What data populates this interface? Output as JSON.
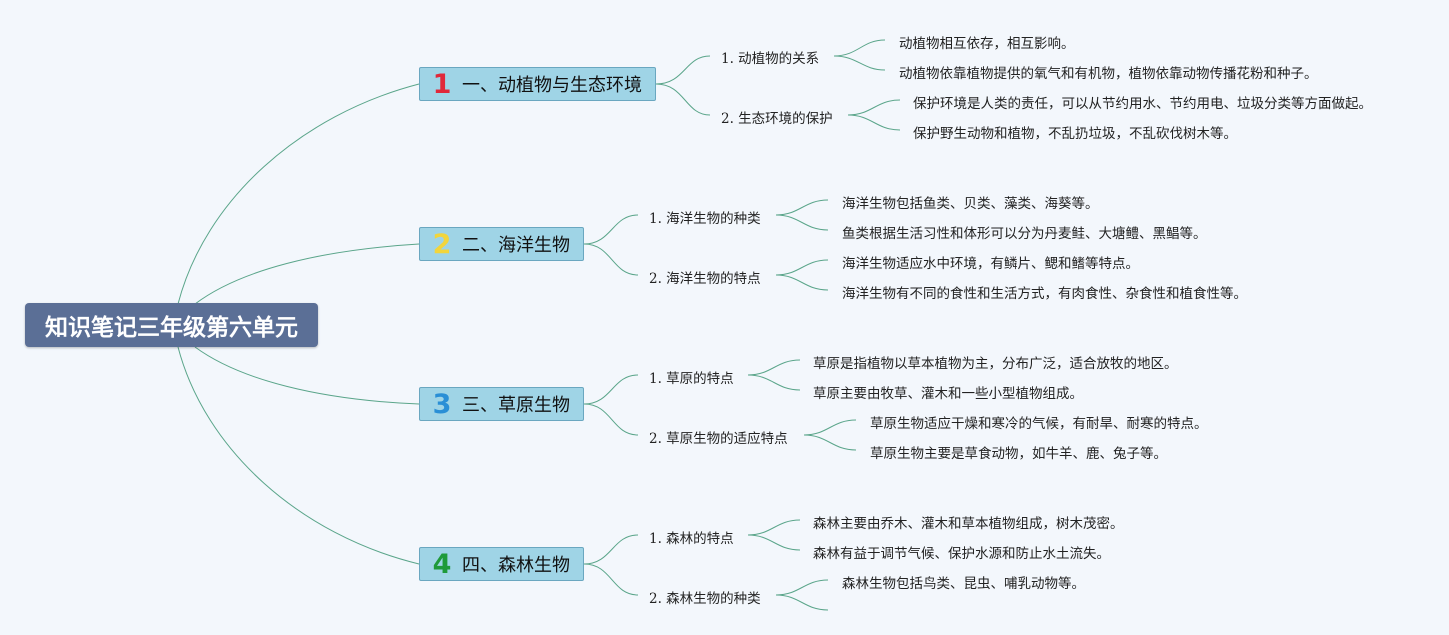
{
  "root": {
    "label": "知识笔记三年级第六单元"
  },
  "branches": [
    {
      "num": "1",
      "num_color": "#e0283a",
      "label": "一、动植物与生态环境",
      "subs": [
        {
          "label": "1. 动植物的关系",
          "leaves": [
            "动植物相互依存，相互影响。",
            "动植物依靠植物提供的氧气和有机物，植物依靠动物传播花粉和种子。"
          ]
        },
        {
          "label": "2. 生态环境的保护",
          "leaves": [
            "保护环境是人类的责任，可以从节约用水、节约用电、垃圾分类等方面做起。",
            "保护野生动物和植物，不乱扔垃圾，不乱砍伐树木等。"
          ]
        }
      ]
    },
    {
      "num": "2",
      "num_color": "#f2d53c",
      "label": "二、海洋生物",
      "subs": [
        {
          "label": "1. 海洋生物的种类",
          "leaves": [
            "海洋生物包括鱼类、贝类、藻类、海葵等。",
            "鱼类根据生活习性和体形可以分为丹麦鲑、大塘鳢、黑鲳等。"
          ]
        },
        {
          "label": "2. 海洋生物的特点",
          "leaves": [
            "海洋生物适应水中环境，有鳞片、鳃和鳍等特点。",
            "海洋生物有不同的食性和生活方式，有肉食性、杂食性和植食性等。"
          ]
        }
      ]
    },
    {
      "num": "3",
      "num_color": "#2a8fd6",
      "label": "三、草原生物",
      "subs": [
        {
          "label": "1. 草原的特点",
          "leaves": [
            "草原是指植物以草本植物为主，分布广泛，适合放牧的地区。",
            "草原主要由牧草、灌木和一些小型植物组成。"
          ]
        },
        {
          "label": "2. 草原生物的适应特点",
          "leaves": [
            "草原生物适应干燥和寒冷的气候，有耐旱、耐寒的特点。",
            "草原生物主要是草食动物，如牛羊、鹿、兔子等。"
          ]
        }
      ]
    },
    {
      "num": "4",
      "num_color": "#1f9a3a",
      "label": "四、森林生物",
      "subs": [
        {
          "label": "1. 森林的特点",
          "leaves": [
            "森林主要由乔木、灌木和草本植物组成，树木茂密。",
            "森林有益于调节气候、保护水源和防止水土流失。"
          ]
        },
        {
          "label": "2. 森林生物的种类",
          "leaves": [
            "森林生物包括鸟类、昆虫、哺乳动物等。",
            ""
          ]
        }
      ]
    }
  ]
}
